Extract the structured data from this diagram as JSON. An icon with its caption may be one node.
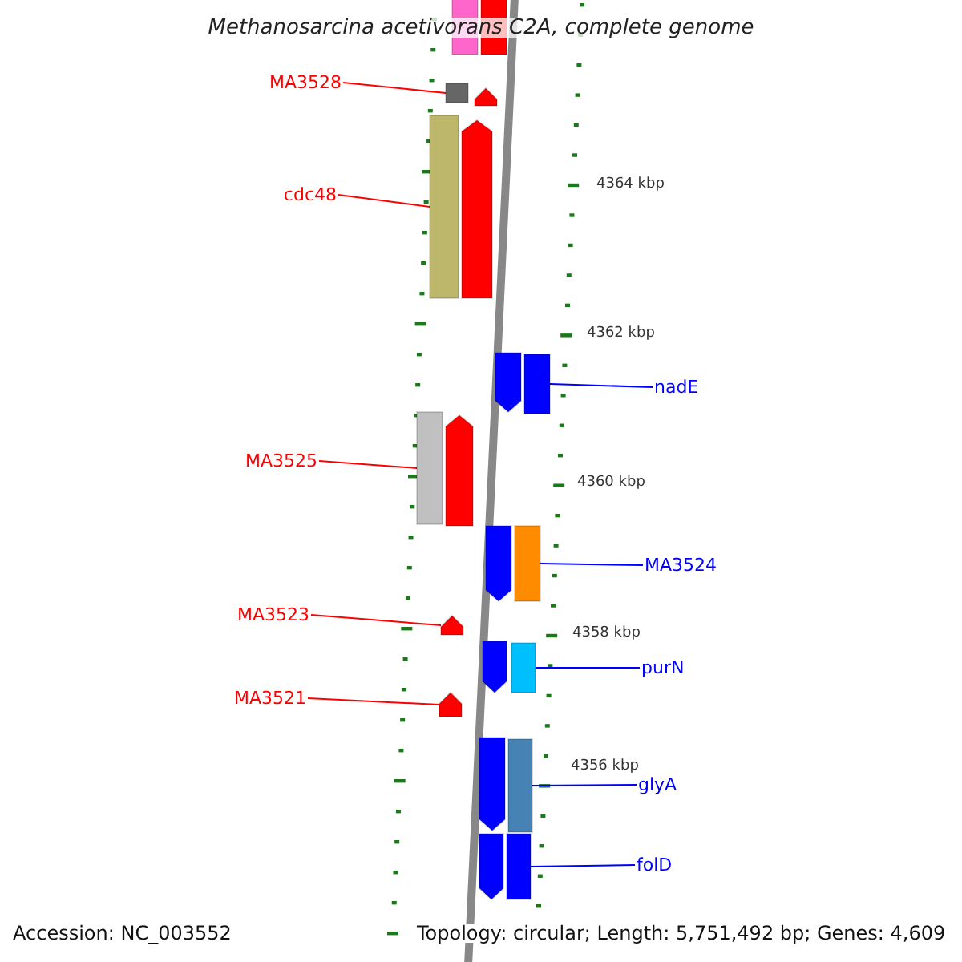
{
  "diagram": {
    "title": "Methanosarcina acetivorans C2A, complete genome",
    "nodes": [
      {
        "text": [],
        "shape": "bar"
      },
      {
        "text": [],
        "shape": "bar"
      },
      {
        "text": [
          "MA3528"
        ]
      },
      {
        "text": [],
        "shape": "box"
      },
      {
        "text": [],
        "shape": "arrow"
      },
      {
        "text": [
          "cdc48"
        ]
      },
      {
        "text": [],
        "shape": "bar"
      },
      {
        "text": [],
        "shape": "arrow"
      },
      {
        "text": [],
        "shape": "arrow"
      },
      {
        "text": [],
        "shape": "bar"
      },
      {
        "text": [
          "nadE"
        ]
      },
      {
        "text": [
          "MA3525"
        ]
      },
      {
        "text": [],
        "shape": "bar"
      },
      {
        "text": [],
        "shape": "arrow"
      },
      {
        "text": [],
        "shape": "arrow"
      },
      {
        "text": [],
        "shape": "bar"
      },
      {
        "text": [
          "MA3524"
        ]
      },
      {
        "text": [
          "MA3523"
        ]
      },
      {
        "text": [],
        "shape": "arrow"
      },
      {
        "text": [],
        "shape": "arrow"
      },
      {
        "text": [],
        "shape": "bar"
      },
      {
        "text": [
          "purN"
        ]
      },
      {
        "text": [
          "MA3521"
        ]
      },
      {
        "text": [],
        "shape": "arrow"
      },
      {
        "text": [],
        "shape": "arrow"
      },
      {
        "text": [],
        "shape": "bar"
      },
      {
        "text": [
          "glyA"
        ]
      },
      {
        "text": [],
        "shape": "arrow"
      },
      {
        "text": [],
        "shape": "bar"
      },
      {
        "text": [
          "folD"
        ]
      }
    ],
    "edges": [
      {
        "from": 2,
        "to": 3,
        "arrow": "none"
      },
      {
        "from": 5,
        "to": 6,
        "arrow": "none"
      },
      {
        "from": 10,
        "to": 9,
        "arrow": "none",
        "color": "#0000ff"
      },
      {
        "from": 11,
        "to": 12,
        "arrow": "none"
      },
      {
        "from": 16,
        "to": 15,
        "arrow": "none",
        "color": "#0000ff"
      },
      {
        "from": 17,
        "to": 18,
        "arrow": "none"
      },
      {
        "from": 21,
        "to": 20,
        "arrow": "none",
        "color": "#0000ff"
      },
      {
        "from": 22,
        "to": 23,
        "arrow": "none"
      },
      {
        "from": 26,
        "to": 25,
        "arrow": "none",
        "color": "#0000ff"
      },
      {
        "from": 29,
        "to": 28,
        "arrow": "none",
        "color": "#0000ff"
      }
    ],
    "labels": [
      "4364 kbp",
      "4362 kbp",
      "4360 kbp",
      "4358 kbp",
      "4356 kbp",
      "Accession: NC_003552",
      "Topology: circular; Length: 5,751,492 bp; Genes: 4,609"
    ]
  }
}
